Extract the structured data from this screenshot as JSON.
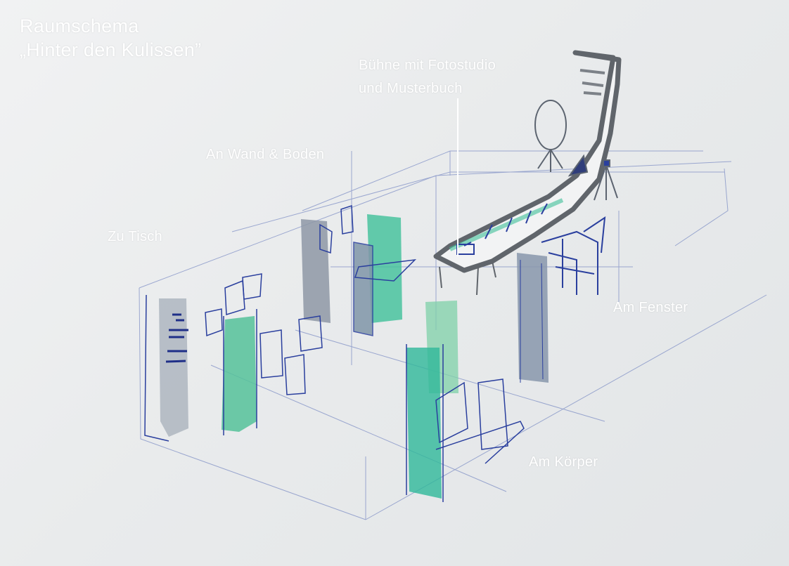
{
  "title": {
    "line1": "Raumschema",
    "line2": "„Hinter den Kulissen”"
  },
  "labels": {
    "stage_line1": "Bühne mit Fotostudio",
    "stage_line2": "und Musterbuch",
    "wall_floor": "An Wand & Boden",
    "table": "Zu Tisch",
    "window": "Am Fenster",
    "body": "Am Körper"
  },
  "colors": {
    "pen_blue": "#2a3f9e",
    "marker_green": "#3fc09a",
    "marker_grey": "#9aa3ad",
    "stage_grey": "#6b6f74",
    "label_white": "#ffffff"
  }
}
